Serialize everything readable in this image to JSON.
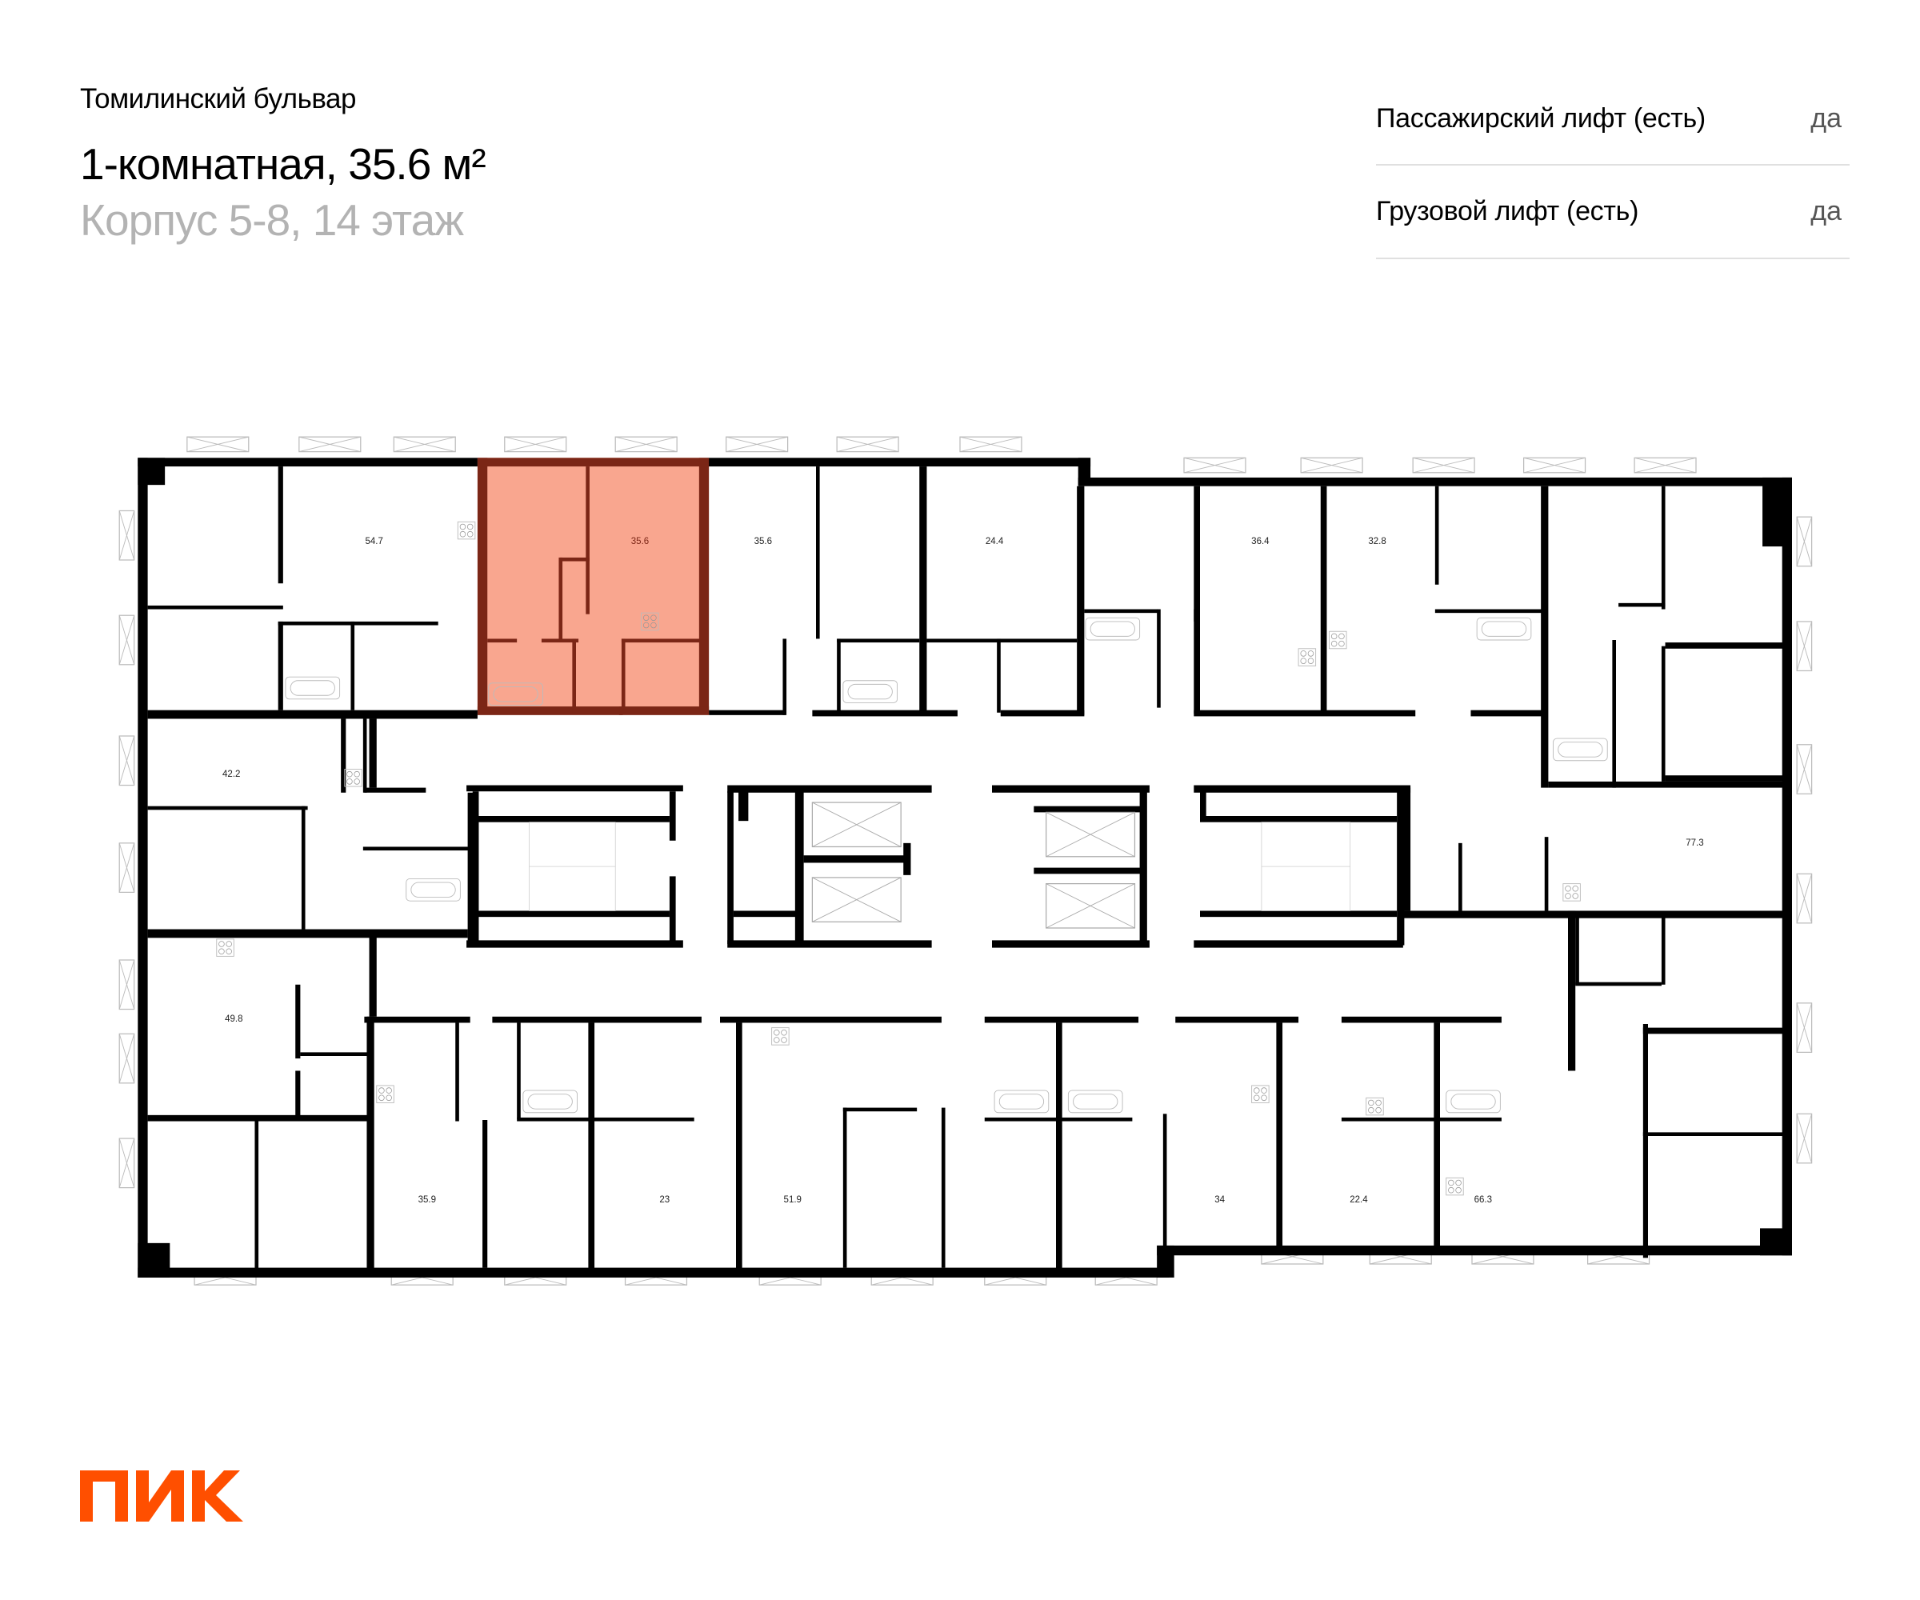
{
  "header": {
    "complex_name": "Томилинский бульвар",
    "apartment_title": "1-комнатная, 35.6 м²",
    "apartment_subtitle": "Корпус 5-8, 14 этаж"
  },
  "features": [
    {
      "label": "Пассажирский лифт (есть)",
      "value": "да"
    },
    {
      "label": "Грузовой лифт (есть)",
      "value": "да"
    }
  ],
  "floor_plan": {
    "highlighted_apartment": {
      "area": "35.6",
      "fill_color": "#F9A68F",
      "wall_color": "#7B2616"
    },
    "apartment_areas": [
      {
        "id": "a1",
        "label": "54.7"
      },
      {
        "id": "a2",
        "label": "35.6"
      },
      {
        "id": "a3",
        "label": "35.6"
      },
      {
        "id": "a4",
        "label": "24.4"
      },
      {
        "id": "a5",
        "label": "36.4"
      },
      {
        "id": "a6",
        "label": "32.8"
      },
      {
        "id": "a7",
        "label": "42.2"
      },
      {
        "id": "a8",
        "label": "77.3"
      },
      {
        "id": "a9",
        "label": "49.8"
      },
      {
        "id": "a10",
        "label": "35.9"
      },
      {
        "id": "a11",
        "label": "23"
      },
      {
        "id": "a12",
        "label": "51.9"
      },
      {
        "id": "a13",
        "label": "34"
      },
      {
        "id": "a14",
        "label": "22.4"
      },
      {
        "id": "a15",
        "label": "66.3"
      }
    ],
    "wall_color": "#000000",
    "fixture_color": "#bdbdbd"
  },
  "logo": {
    "text": "ПИК",
    "color": "#FF4F00"
  }
}
